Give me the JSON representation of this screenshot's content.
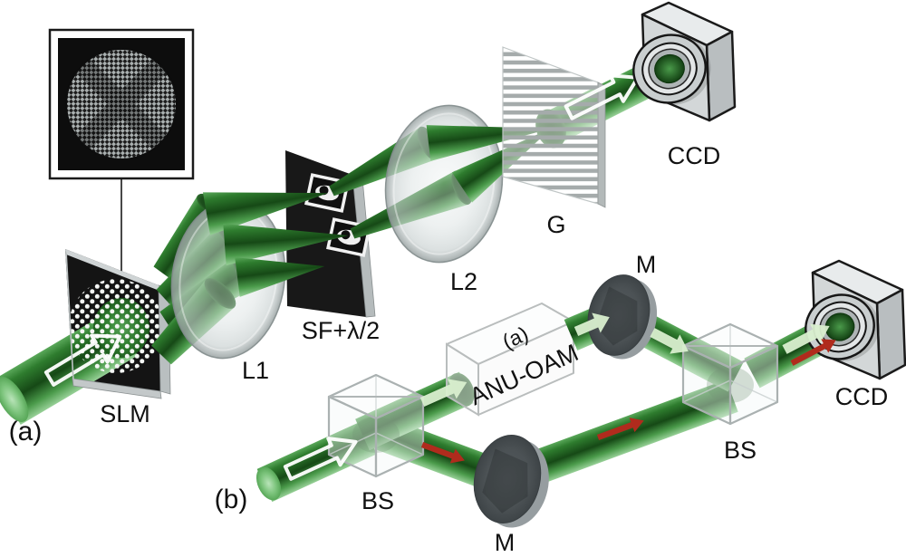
{
  "figure": {
    "type": "optical-experiment-schematic",
    "panel_a": {
      "tag": "(a)",
      "slm": "SLM",
      "l1": "L1",
      "sf": "SF+λ/2",
      "l2": "L2",
      "g": "G",
      "ccd": "CCD"
    },
    "panel_b": {
      "tag": "(b)",
      "bs_input": "BS",
      "bs_output": "BS",
      "mirror_top": "M",
      "mirror_bottom": "M",
      "device": "ANU-OAM",
      "device_tag": "(a)",
      "ccd": "CCD"
    },
    "colors": {
      "beam_dark_green": "#164916",
      "beam_mid_green": "#2e7c2e",
      "beam_light_green": "#97d097",
      "red_arrow": "#b02b1d",
      "panel_black": "#181818",
      "metal_gray": "#c9cecf",
      "mirror_gray": "#4c5255",
      "background": "#ffffff"
    }
  }
}
